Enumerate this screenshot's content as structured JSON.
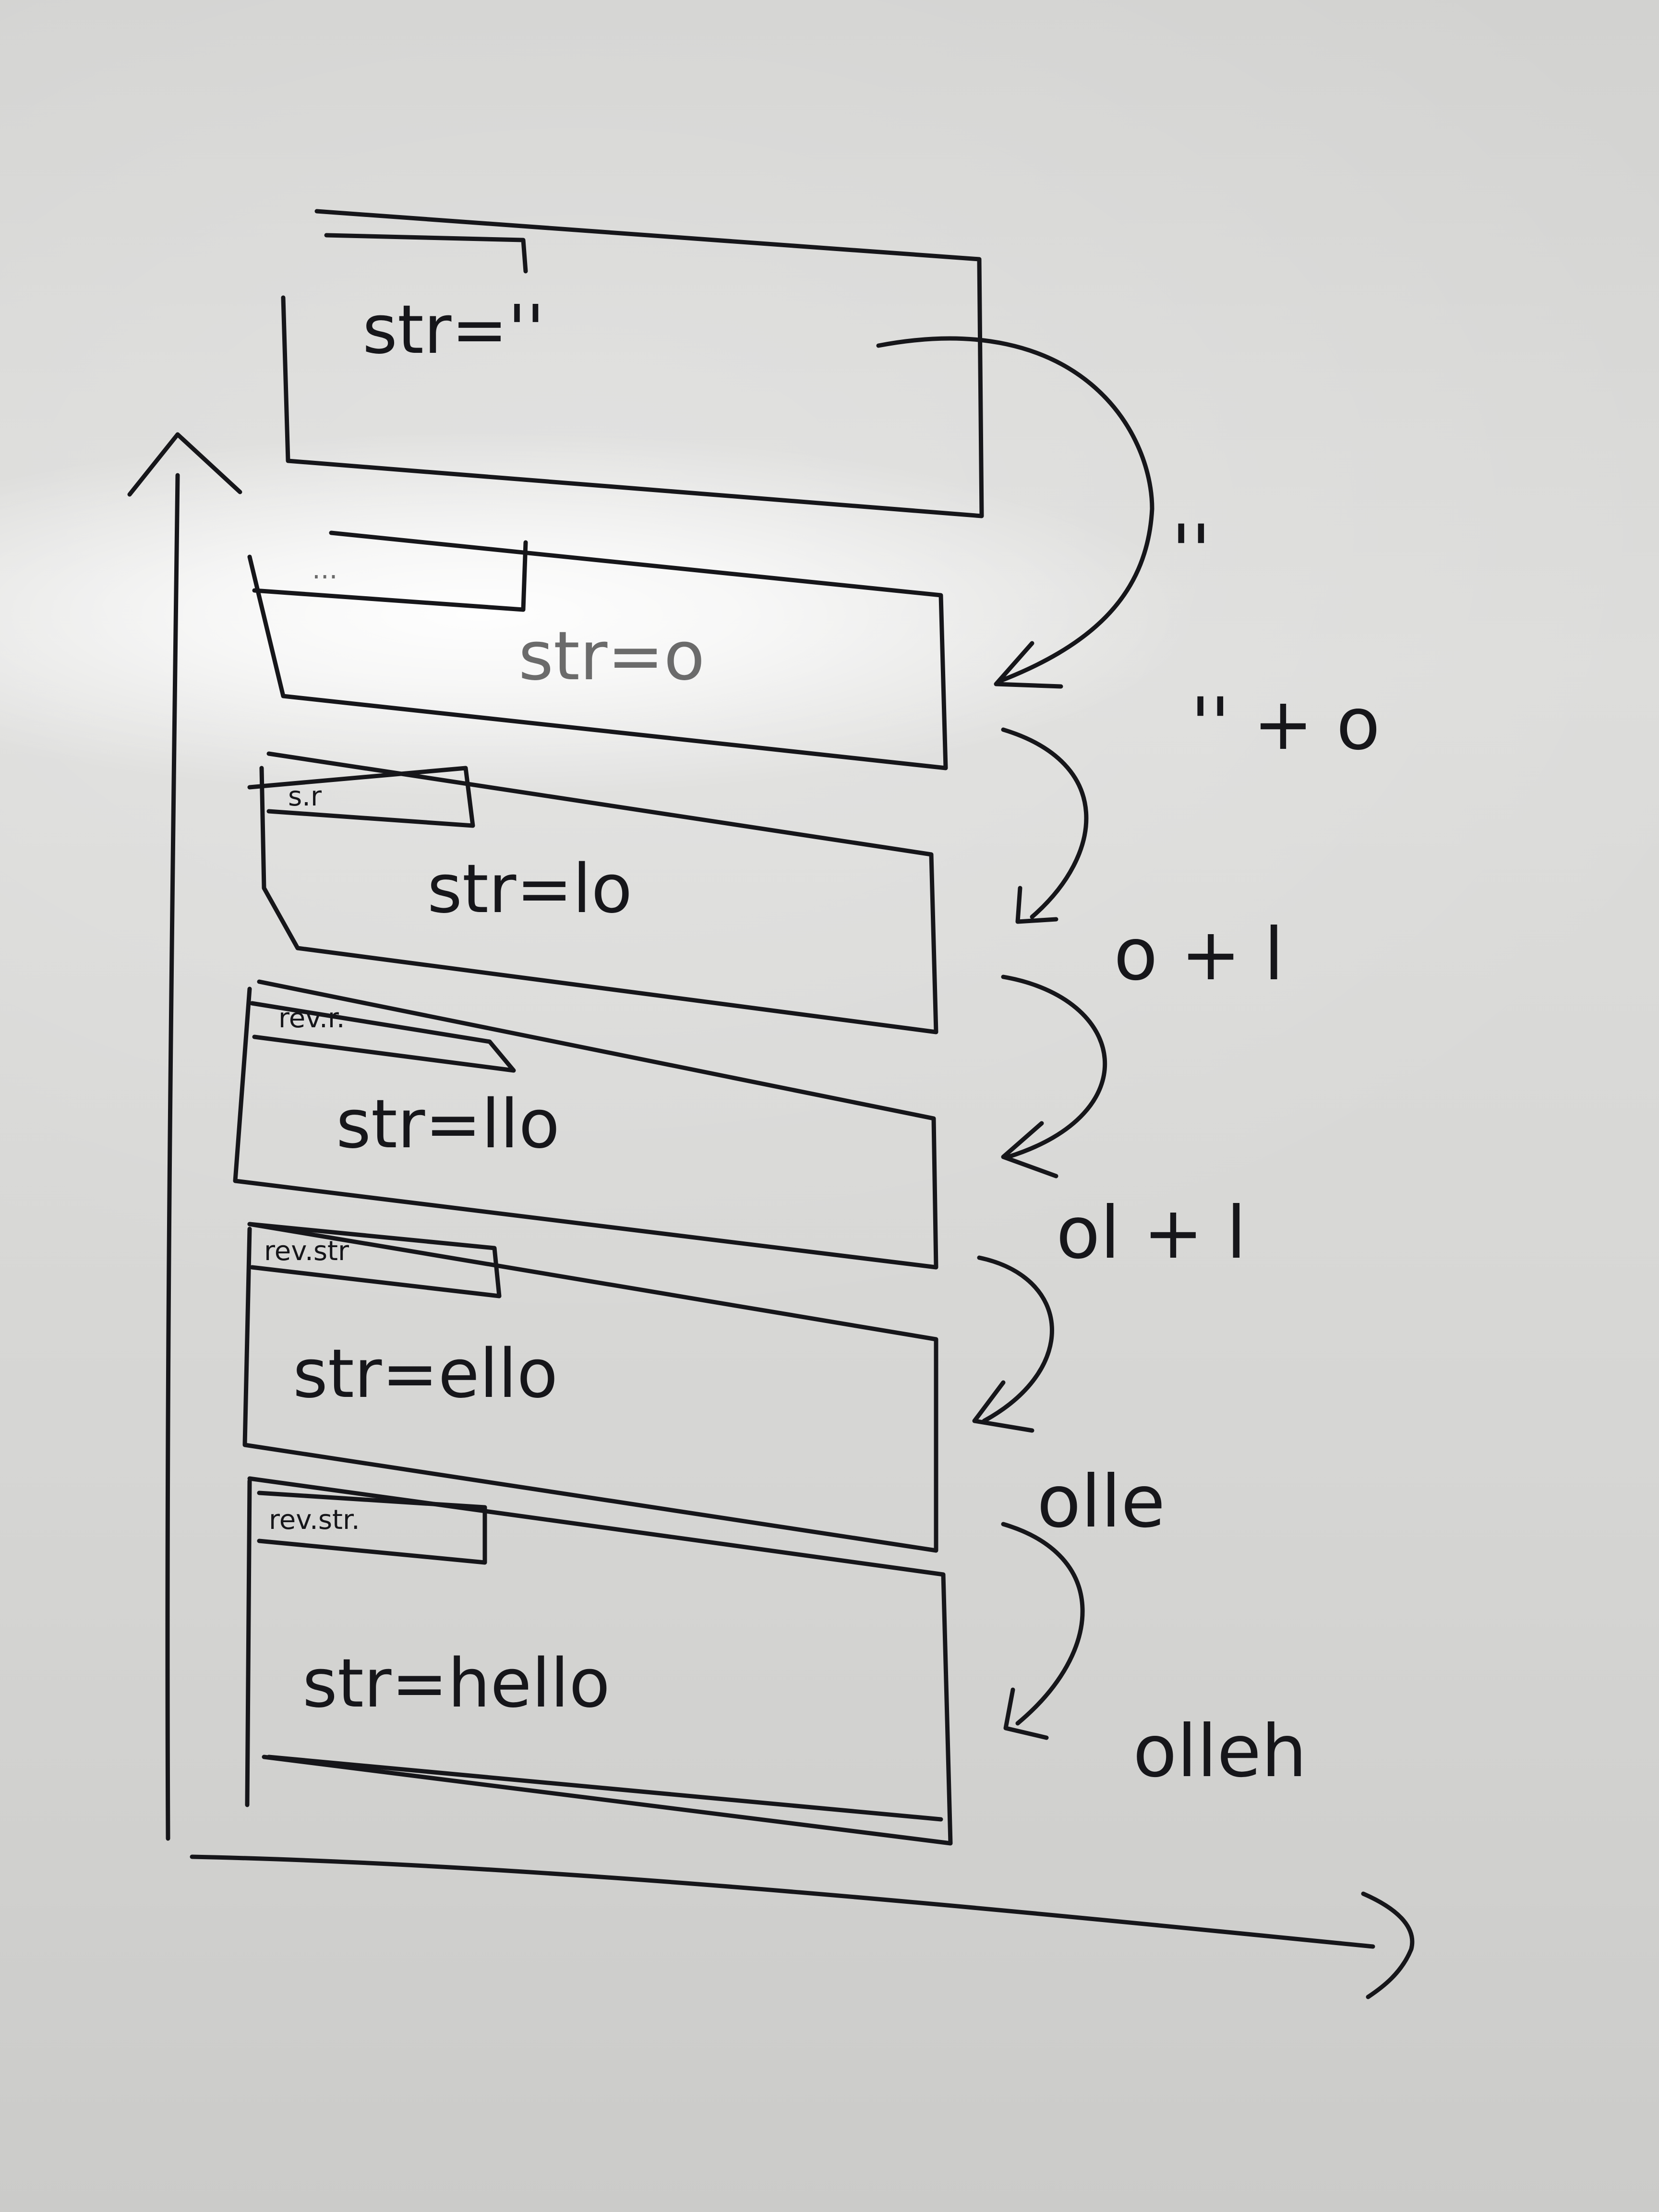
{
  "frames": [
    {
      "tab": "",
      "content": "str=''"
    },
    {
      "tab": "...",
      "content": "str=o"
    },
    {
      "tab": "s.r",
      "content": "str=lo"
    },
    {
      "tab": "rev.r.",
      "content": "str=llo"
    },
    {
      "tab": "rev.str",
      "content": "str=ello"
    },
    {
      "tab": "rev.str.",
      "content": "str=hello"
    }
  ],
  "returns": [
    {
      "text": "''"
    },
    {
      "text": "'' + o"
    },
    {
      "text": "o + l"
    },
    {
      "text": "ol + l"
    },
    {
      "text": "olle"
    },
    {
      "text": "olleh"
    }
  ],
  "colors": {
    "ink": "#16161a",
    "board": "#d7d7d5"
  }
}
